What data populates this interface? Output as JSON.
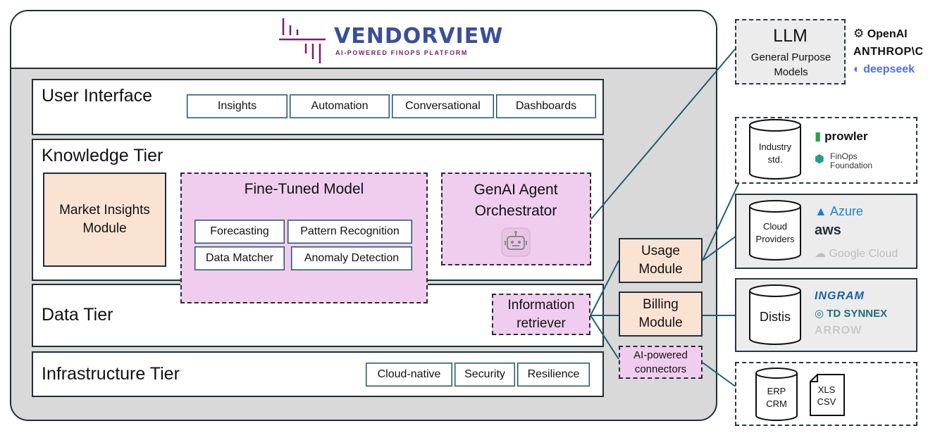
{
  "logo": {
    "title": "VENDORVIEW",
    "subtitle": "AI-POWERED FINOPS PLATFORM"
  },
  "user_interface": {
    "title": "User Interface",
    "chips": [
      "Insights",
      "Automation",
      "Conversational",
      "Dashboards"
    ]
  },
  "knowledge_tier": {
    "title": "Knowledge Tier",
    "market_insights": "Market Insights Module",
    "fine_tuned": {
      "title": "Fine-Tuned Model",
      "chips": [
        "Forecasting",
        "Pattern Recognition",
        "Data Matcher",
        "Anomaly Detection"
      ]
    },
    "genai": "GenAI Agent Orchestrator"
  },
  "data_tier": {
    "title": "Data Tier",
    "information_retriever": "Information retriever"
  },
  "infrastructure_tier": {
    "title": "Infrastructure Tier",
    "chips": [
      "Cloud-native",
      "Security",
      "Resilience"
    ]
  },
  "modules": {
    "usage": "Usage Module",
    "billing": "Billing Module",
    "connectors": "AI-powered connectors"
  },
  "llm": {
    "title": "LLM",
    "subtitle": "General Purpose Models",
    "brands": [
      "OpenAI",
      "ANTHROP\\C",
      "deepseek"
    ]
  },
  "industry": {
    "label": "Industry std.",
    "brands": [
      "prowler",
      "FinOps",
      "Foundation"
    ]
  },
  "cloud": {
    "label": "Cloud Providers",
    "brands": [
      "Azure",
      "aws",
      "Google Cloud"
    ]
  },
  "distis": {
    "label": "Distis",
    "brands": [
      "INGRAM",
      "TD SYNNEX",
      "ARROW"
    ]
  },
  "erp": {
    "label1": "ERP",
    "label2": "CRM",
    "file1": "XLS",
    "file2": "CSV"
  },
  "colors": {
    "connector": "#1f5f70",
    "pink": "#f0cdee",
    "peach": "#fbe3d4",
    "navy": "#1f2f3a"
  }
}
